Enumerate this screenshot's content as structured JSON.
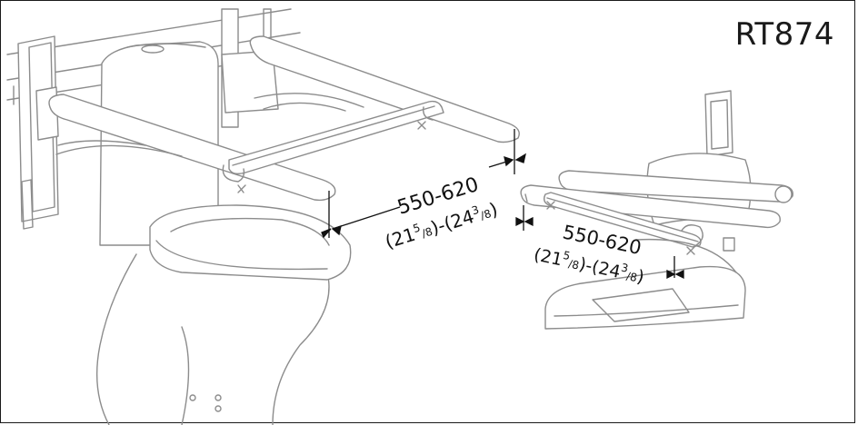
{
  "product_code": "RT874",
  "dimension_left": {
    "range_mm": "550-620",
    "range_in_a_whole": "21",
    "range_in_a_num": "5",
    "range_in_a_den": "8",
    "range_in_b_whole": "24",
    "range_in_b_num": "3",
    "range_in_b_den": "8"
  },
  "dimension_right": {
    "range_mm": "550-620",
    "range_in_a_whole": "21",
    "range_in_a_num": "5",
    "range_in_a_den": "8",
    "range_in_b_whole": "24",
    "range_in_b_num": "3",
    "range_in_b_den": "8"
  },
  "colors": {
    "line": "#8c8c8c",
    "ink": "#111111",
    "bar_fill": "#ffffff"
  }
}
